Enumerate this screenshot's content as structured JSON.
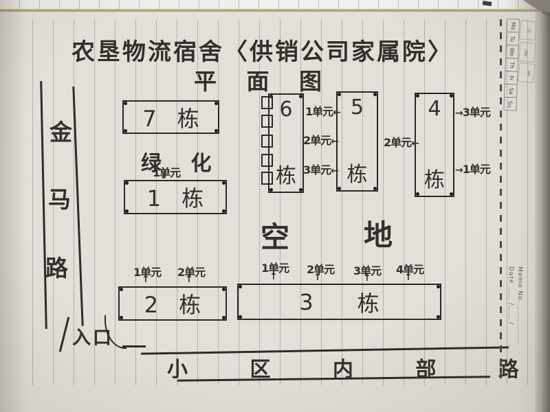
{
  "title": {
    "line1": "农垦物流宿舍〈供销公司家属院〉",
    "line2": "平 面 图"
  },
  "road_left": {
    "char1": "金",
    "char2": "马",
    "char3": "路"
  },
  "buildings": {
    "b7": {
      "label": "7 栋"
    },
    "b1": {
      "label": "1 栋"
    },
    "b2": {
      "label": "2 栋"
    },
    "b3": {
      "num": "3",
      "dong": "栋"
    },
    "b6": {
      "num": "6",
      "dong": "栋"
    },
    "b5": {
      "num": "5",
      "dong": "栋"
    },
    "b4": {
      "num": "4",
      "dong": "栋"
    }
  },
  "area_labels": {
    "greenery": "绿  化",
    "empty_left": "空",
    "empty_right": "地",
    "entrance": "入口",
    "internal_road": "小 区 内 部 路"
  },
  "units": {
    "b1_u1": "1单元",
    "b5_u1": "1单元",
    "b5_u2": "2单元",
    "b5_u3": "3单元",
    "b4_u3": "3单元",
    "b4_u2": "2单元",
    "b4_u1": "1单元",
    "b2_u1": "1单元",
    "b2_u2": "2单元",
    "b3_u1": "1单元",
    "b3_u2": "2单元",
    "b3_u3": "3单元",
    "b3_u4": "4单元"
  },
  "icons": {
    "arrow_left": "←",
    "arrow_right": "→",
    "arrow_up": "↑",
    "arrow_down": "↓",
    "sun": "☀",
    "cloud": "☁",
    "umbrella": "☂"
  },
  "margin": {
    "days": [
      "Mo",
      "Tu",
      "We",
      "Th",
      "Fr",
      "Sa",
      "Su"
    ],
    "memo_label": "Memo No.",
    "memo_line": "＿＿＿＿＿＿",
    "date_label": "Date",
    "date_line": "＿＿ /＿＿ /"
  },
  "colors": {
    "ink": "#33302b",
    "paper": "#e3e0d9",
    "rule_line": "#7d8496"
  }
}
